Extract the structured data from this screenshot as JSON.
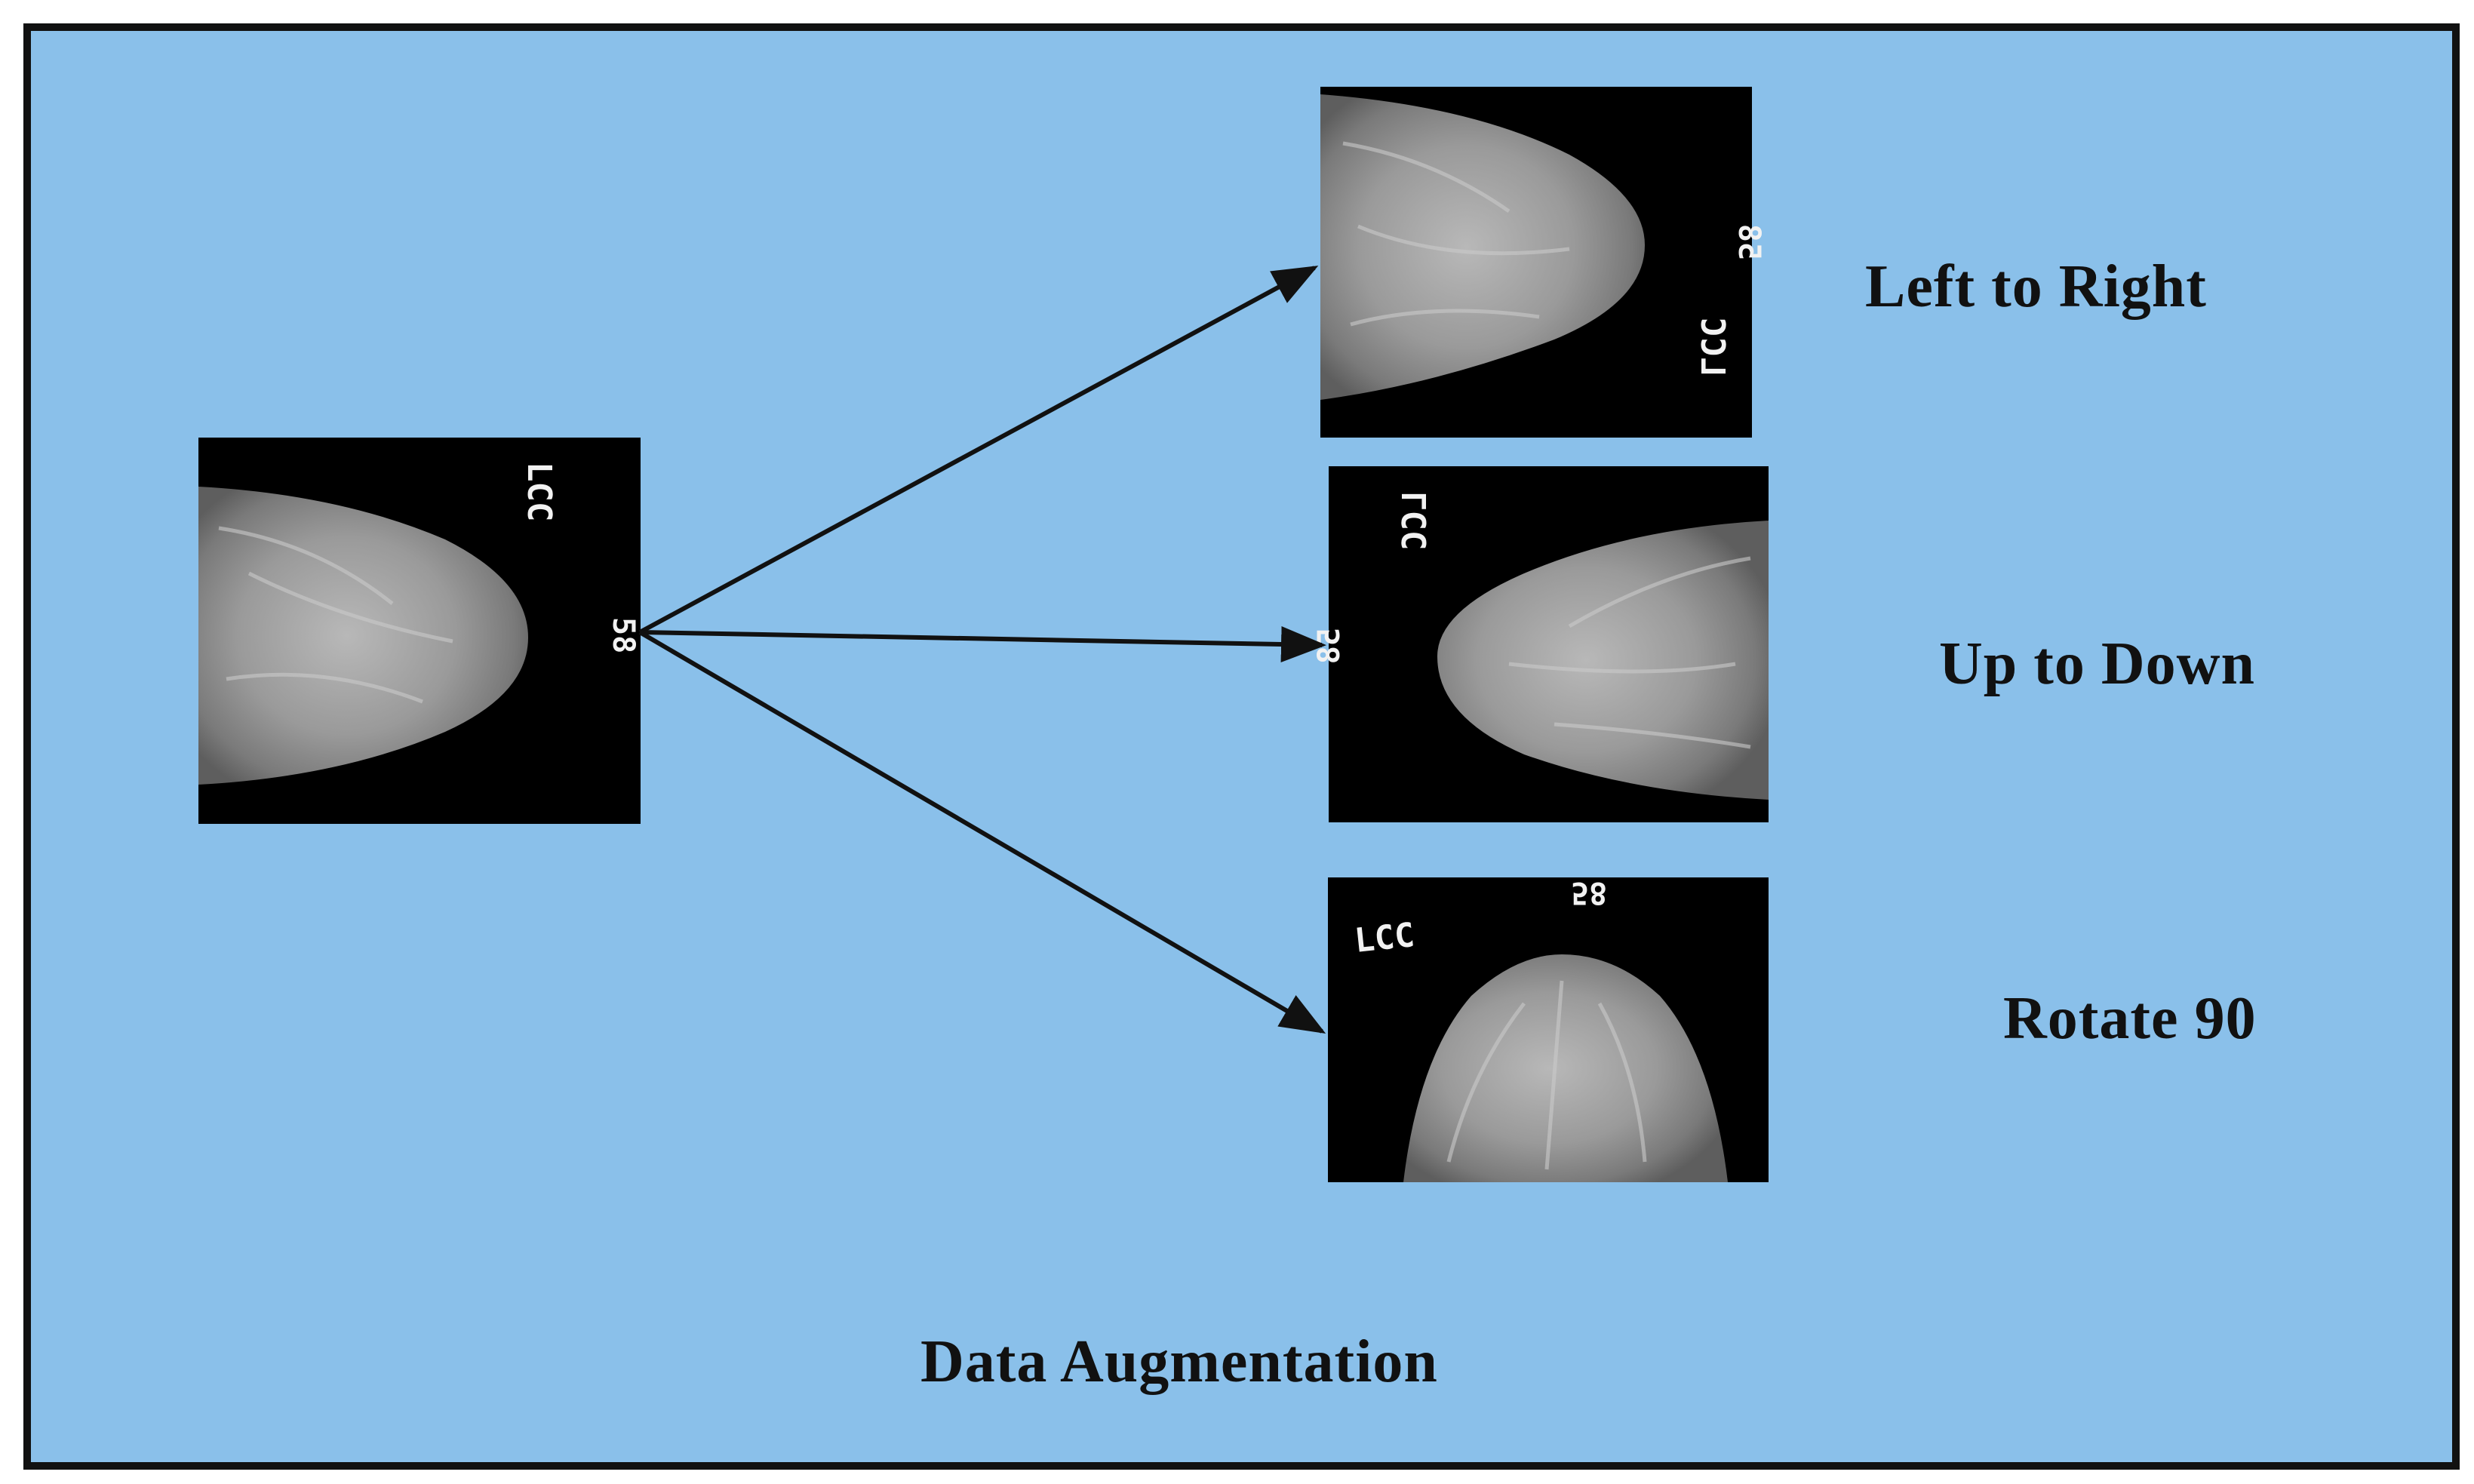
{
  "diagram": {
    "title": "Data Augmentation",
    "source": {
      "marker_laterality": "LCC",
      "marker_id": "58"
    },
    "outputs": [
      {
        "label": "Left to Right",
        "marker_laterality": "LCC",
        "marker_id": "58"
      },
      {
        "label": "Up to Down",
        "marker_laterality": "LCC",
        "marker_id": "58"
      },
      {
        "label": "Rotate 90",
        "marker_laterality": "LCC",
        "marker_id": "58"
      }
    ]
  },
  "colors": {
    "background": "#8ac0ea",
    "frame_border": "#111111",
    "arrow": "#111111",
    "image_background": "#000000",
    "marker_text": "#f2f2f2"
  },
  "icons": [
    "arrow-right-icon"
  ]
}
